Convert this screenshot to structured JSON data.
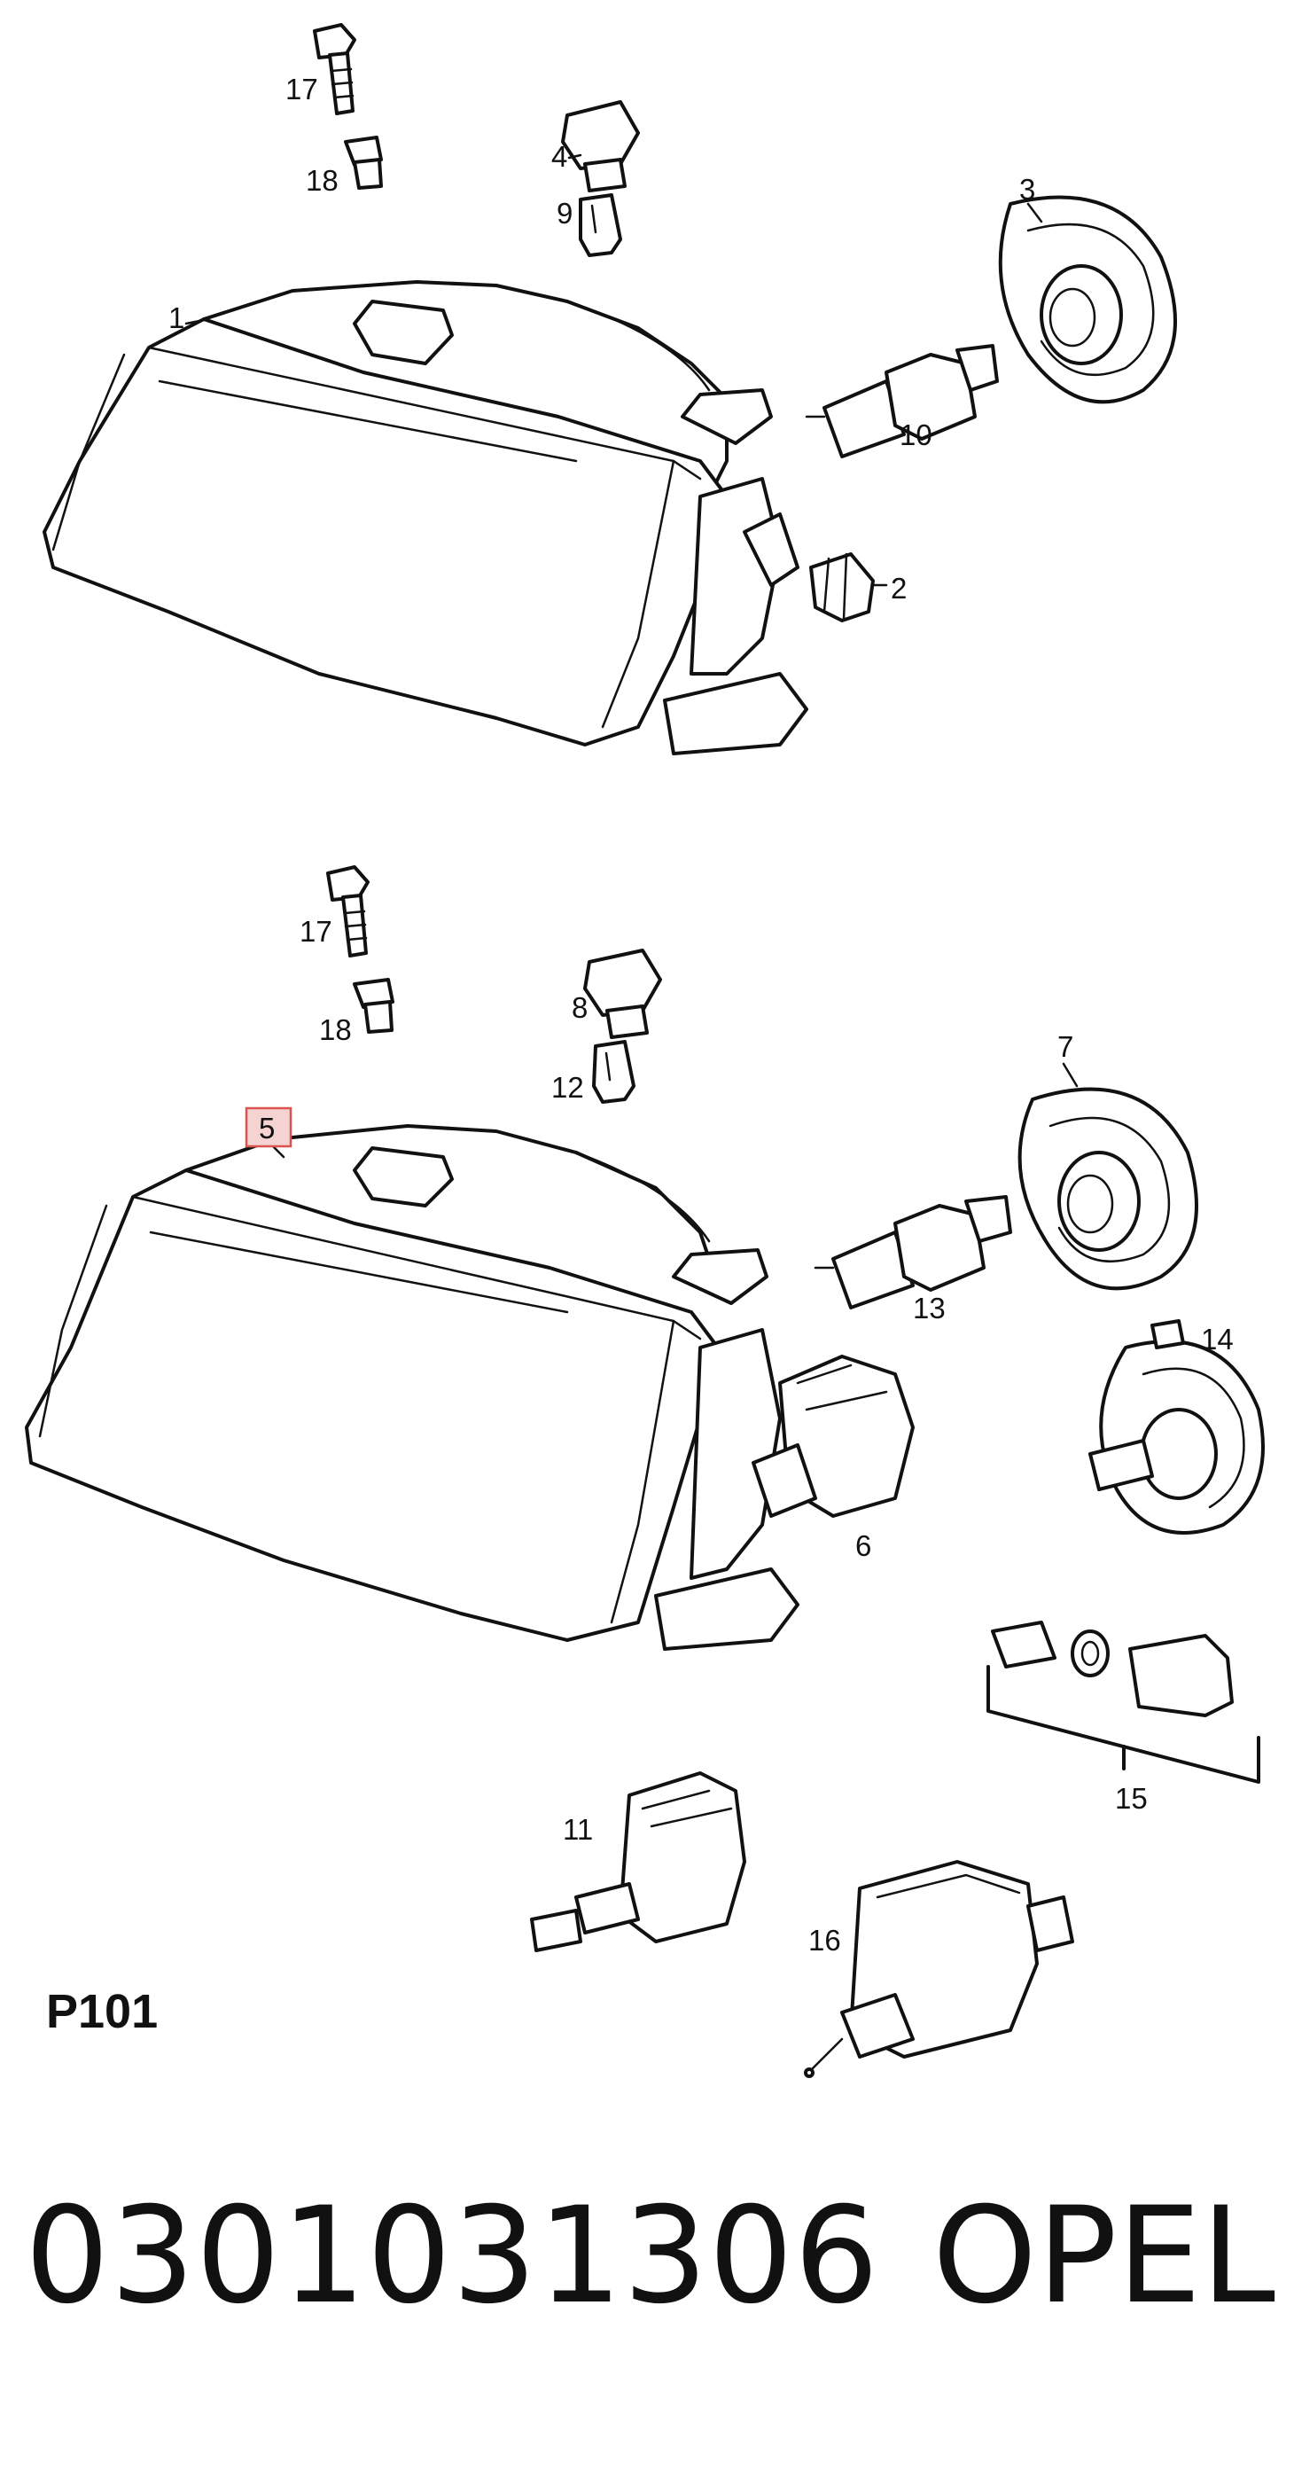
{
  "diagram": {
    "callouts": {
      "c1": "1",
      "c2": "2",
      "c3": "3",
      "c4": "4",
      "c5": "5",
      "c6": "6",
      "c7": "7",
      "c8": "8",
      "c9": "9",
      "c10": "10",
      "c11": "11",
      "c12": "12",
      "c13": "13",
      "c14": "14",
      "c15": "15",
      "c16": "16",
      "c17a": "17",
      "c17b": "17",
      "c18a": "18",
      "c18b": "18"
    },
    "highlighted_callout": "5"
  },
  "page_code": "P101",
  "part_number": "0301031306",
  "brand": "OPEL"
}
